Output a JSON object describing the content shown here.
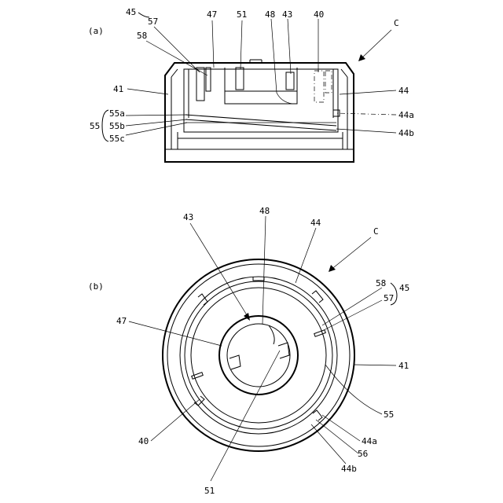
{
  "figure_a": {
    "caption": "(a)",
    "labels": {
      "n45": "45",
      "n57": "57",
      "n58": "58",
      "n47": "47",
      "n51": "51",
      "n48": "48",
      "n43": "43",
      "n40": "40",
      "nC": "C",
      "n41": "41",
      "n44": "44",
      "n55": "55",
      "n55a": "55a",
      "n55b": "55b",
      "n55c": "55c",
      "n44a": "44a",
      "n44b": "44b"
    }
  },
  "figure_b": {
    "caption": "(b)",
    "labels": {
      "n43": "43",
      "n48": "48",
      "n44": "44",
      "nC": "C",
      "n58": "58",
      "n45": "45",
      "n57": "57",
      "n47": "47",
      "n41": "41",
      "n55": "55",
      "n40": "40",
      "n44a": "44a",
      "n56": "56",
      "n44b": "44b",
      "n51": "51"
    }
  }
}
